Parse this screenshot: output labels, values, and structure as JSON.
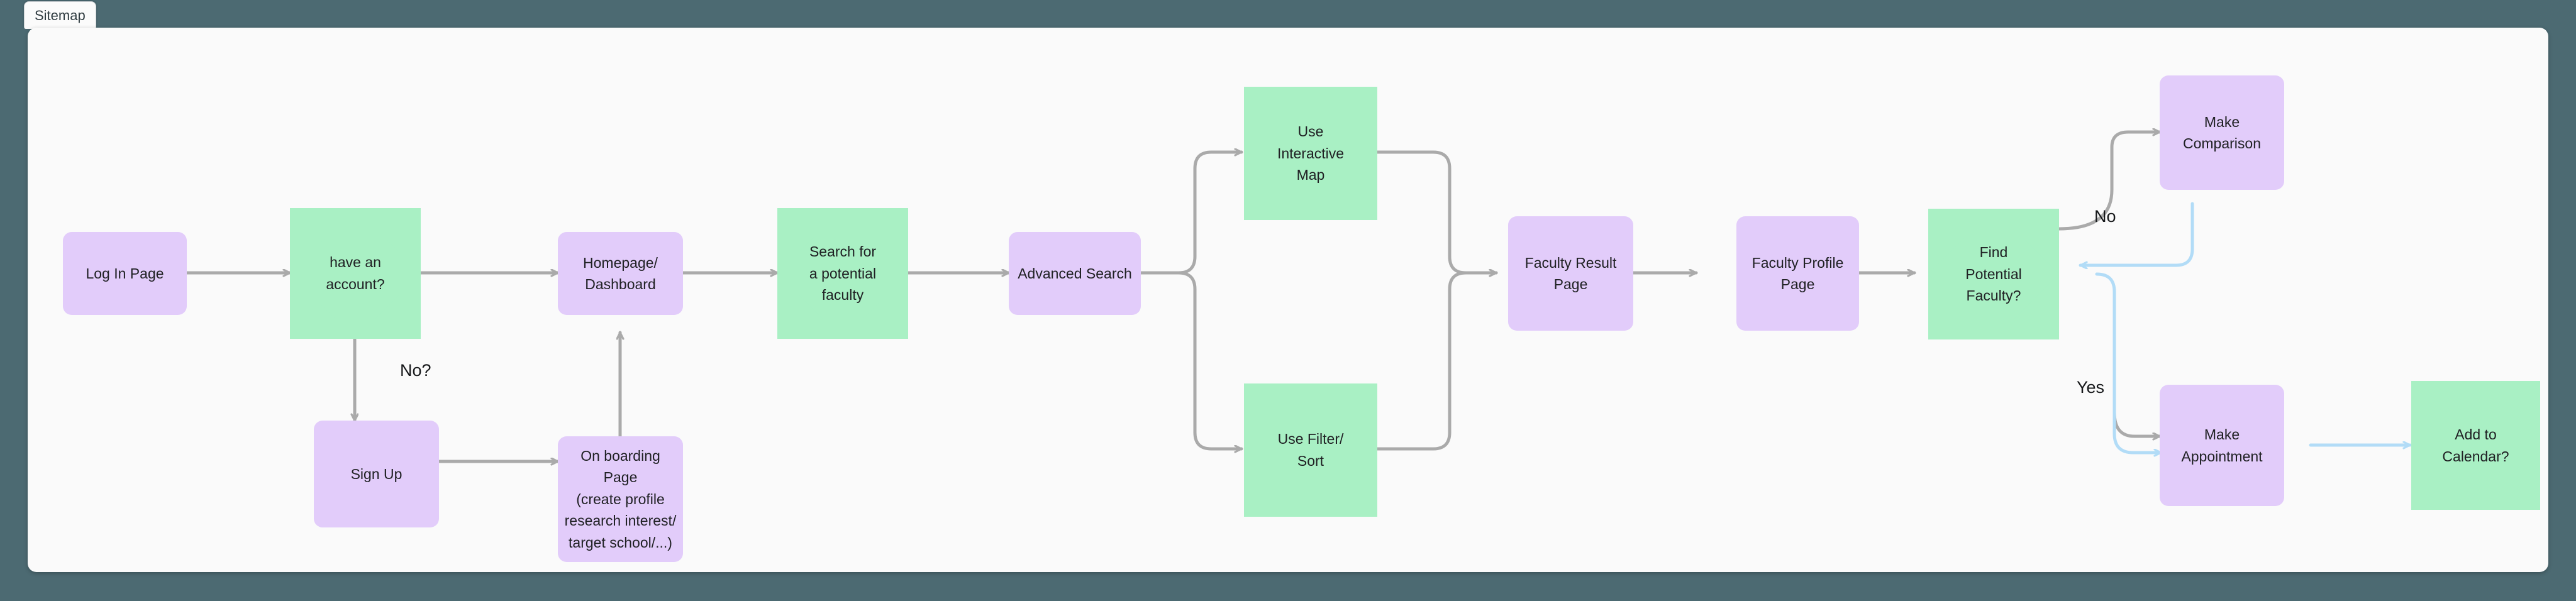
{
  "window": {
    "background_color": "#4c6a72",
    "canvas_color": "#fafafa"
  },
  "tabs": [
    {
      "label": "Sitemap",
      "active": true
    }
  ],
  "palette": {
    "process_fill": "#e2ccfa",
    "decision_fill": "#a9f0c4",
    "edge_default": "#aaaaaa",
    "edge_highlight": "#b2dcf7",
    "text": "#202124"
  },
  "diagram": {
    "title": "Sitemap",
    "type": "flowchart",
    "nodes": [
      {
        "id": "login",
        "label": "Log In Page",
        "shape": "process"
      },
      {
        "id": "haveacct",
        "label": "have an\naccount?",
        "shape": "decision"
      },
      {
        "id": "home",
        "label": "Homepage/\nDashboard",
        "shape": "process"
      },
      {
        "id": "signup",
        "label": "Sign Up",
        "shape": "process"
      },
      {
        "id": "onboarding",
        "label": "On boarding Page\n(create profile\nresearch interest/\ntarget school/...)",
        "shape": "process"
      },
      {
        "id": "searchfac",
        "label": "Search for\na potential\nfaculty",
        "shape": "decision"
      },
      {
        "id": "advsearch",
        "label": "Advanced Search",
        "shape": "process"
      },
      {
        "id": "usemap",
        "label": "Use\nInteractive\nMap",
        "shape": "decision"
      },
      {
        "id": "usefilter",
        "label": "Use Filter/\nSort",
        "shape": "decision"
      },
      {
        "id": "facresult",
        "label": "Faculty Result\nPage",
        "shape": "process"
      },
      {
        "id": "facprofile",
        "label": "Faculty Profile\nPage",
        "shape": "process"
      },
      {
        "id": "findfac",
        "label": "Find\nPotential\nFaculty?",
        "shape": "decision"
      },
      {
        "id": "makecomp",
        "label": "Make Comparison",
        "shape": "process"
      },
      {
        "id": "makeappt",
        "label": "Make Appointment",
        "shape": "process"
      },
      {
        "id": "addcal",
        "label": "Add to\nCalendar?",
        "shape": "decision"
      }
    ],
    "edges": [
      {
        "from": "login",
        "to": "haveacct",
        "label": "",
        "style": "default"
      },
      {
        "from": "haveacct",
        "to": "home",
        "label": "",
        "style": "default"
      },
      {
        "from": "haveacct",
        "to": "signup",
        "label": "No?",
        "style": "default"
      },
      {
        "from": "signup",
        "to": "onboarding",
        "label": "",
        "style": "default"
      },
      {
        "from": "onboarding",
        "to": "home",
        "label": "",
        "style": "default"
      },
      {
        "from": "home",
        "to": "searchfac",
        "label": "",
        "style": "default"
      },
      {
        "from": "searchfac",
        "to": "advsearch",
        "label": "",
        "style": "default"
      },
      {
        "from": "advsearch",
        "to": "usemap",
        "label": "",
        "style": "default"
      },
      {
        "from": "advsearch",
        "to": "usefilter",
        "label": "",
        "style": "default"
      },
      {
        "from": "usemap",
        "to": "facresult",
        "label": "",
        "style": "default"
      },
      {
        "from": "usefilter",
        "to": "facresult",
        "label": "",
        "style": "default"
      },
      {
        "from": "facresult",
        "to": "facprofile",
        "label": "",
        "style": "default"
      },
      {
        "from": "facprofile",
        "to": "findfac",
        "label": "",
        "style": "default"
      },
      {
        "from": "findfac",
        "to": "makecomp",
        "label": "No",
        "style": "default"
      },
      {
        "from": "makecomp",
        "to": "findfac",
        "label": "",
        "style": "highlight"
      },
      {
        "from": "findfac",
        "to": "makeappt",
        "label": "Yes",
        "style": "highlight"
      },
      {
        "from": "makeappt",
        "to": "addcal",
        "label": "",
        "style": "highlight"
      }
    ],
    "edge_labels": {
      "no_question": "No?",
      "no": "No",
      "yes": "Yes"
    }
  }
}
